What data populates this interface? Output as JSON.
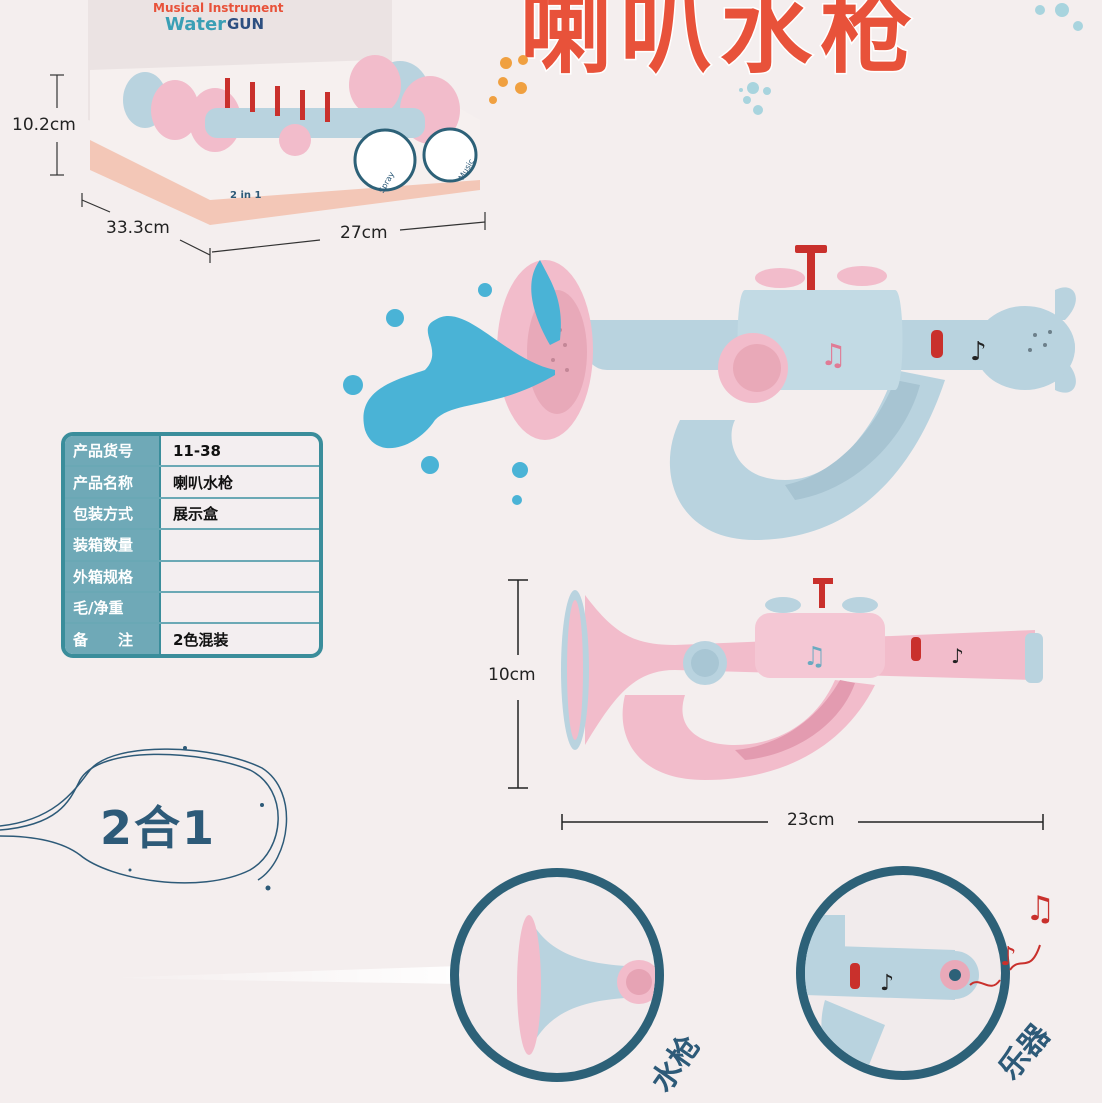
{
  "title": "喇叭水枪",
  "package": {
    "brand_small": "Musical Instrument",
    "brand_water": "Water",
    "brand_gun": "GUN",
    "badge": "2 in 1",
    "spray": "Spray",
    "music": "Music",
    "dim_height": "10.2cm",
    "dim_depth": "33.3cm",
    "dim_width": "27cm"
  },
  "spec_table": [
    {
      "label": "产品货号",
      "value": "11-38"
    },
    {
      "label": "产品名称",
      "value": "喇叭水枪"
    },
    {
      "label": "包装方式",
      "value": "展示盒"
    },
    {
      "label": "装箱数量",
      "value": ""
    },
    {
      "label": "外箱规格",
      "value": ""
    },
    {
      "label": "毛/净重",
      "value": ""
    },
    {
      "label": "备　　注",
      "value": "2色混装"
    }
  ],
  "product_dims": {
    "height": "10cm",
    "length": "23cm"
  },
  "feature_badge": "2合1",
  "features": [
    {
      "label": "水枪",
      "icon": "water-spray-icon"
    },
    {
      "label": "乐器",
      "icon": "music-note-icon"
    }
  ],
  "colors": {
    "title": "#e8523a",
    "accent": "#2d6178",
    "toy_blue": "#b9d3df",
    "toy_pink": "#f2bccb",
    "table_border": "#3a8d9b"
  }
}
